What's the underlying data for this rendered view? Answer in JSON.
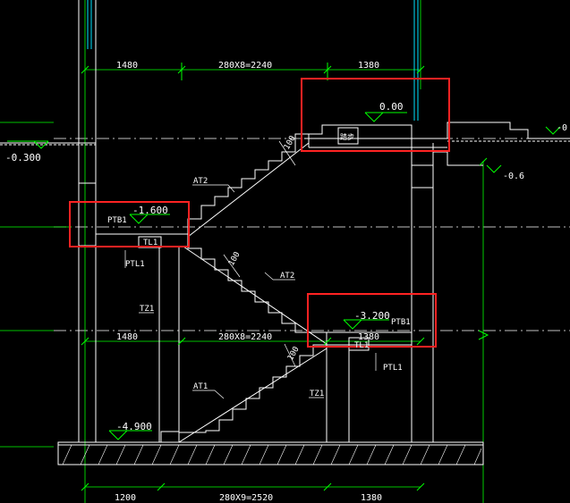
{
  "colors": {
    "background": "#000000",
    "line": "#ffffff",
    "dimension": "#00ff00",
    "cyan": "#00e5ff",
    "highlight": "#ff2222"
  },
  "dimensions": {
    "top_left": "1480",
    "top_mid": "280X8=2240",
    "top_right": "1380",
    "mid_left": "1480",
    "mid_mid": "280X8=2240",
    "mid_right": "1380",
    "bottom_left": "1200",
    "bottom_mid": "280X9=2520",
    "bottom_right": "1380"
  },
  "elevations": {
    "level_0": "0.00",
    "level_1600": "-1.600",
    "level_3200": "-3.200",
    "level_4900": "-4.900",
    "left_ground": "-0.300",
    "right_06": "-0.6",
    "right_edge": "-0"
  },
  "labels": {
    "at2_upper": "AT2",
    "at2_lower": "AT2",
    "at1": "AT1",
    "ptb1_left": "PTB1",
    "ptb1_right": "PTB1",
    "tl1_left": "TL1",
    "tl1_right": "TL1",
    "ptl1_left": "PTL1",
    "ptl1_right": "PTL1",
    "tz1_left": "TZ1",
    "tz1_right": "TZ1",
    "slab_100_top": "100",
    "slab_100_mid": "100",
    "slab_100_low": "100",
    "top_landing_tag": "踏步"
  }
}
